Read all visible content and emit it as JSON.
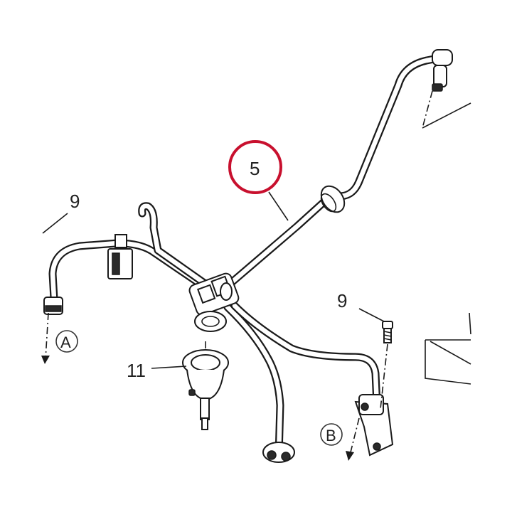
{
  "callouts": {
    "pipe_label": "5",
    "highlight_color": "#c8102e",
    "bolt_label_left": "9",
    "bolt_label_right": "9",
    "seat_label": "11",
    "arrow_a": "A",
    "arrow_b": "B"
  }
}
